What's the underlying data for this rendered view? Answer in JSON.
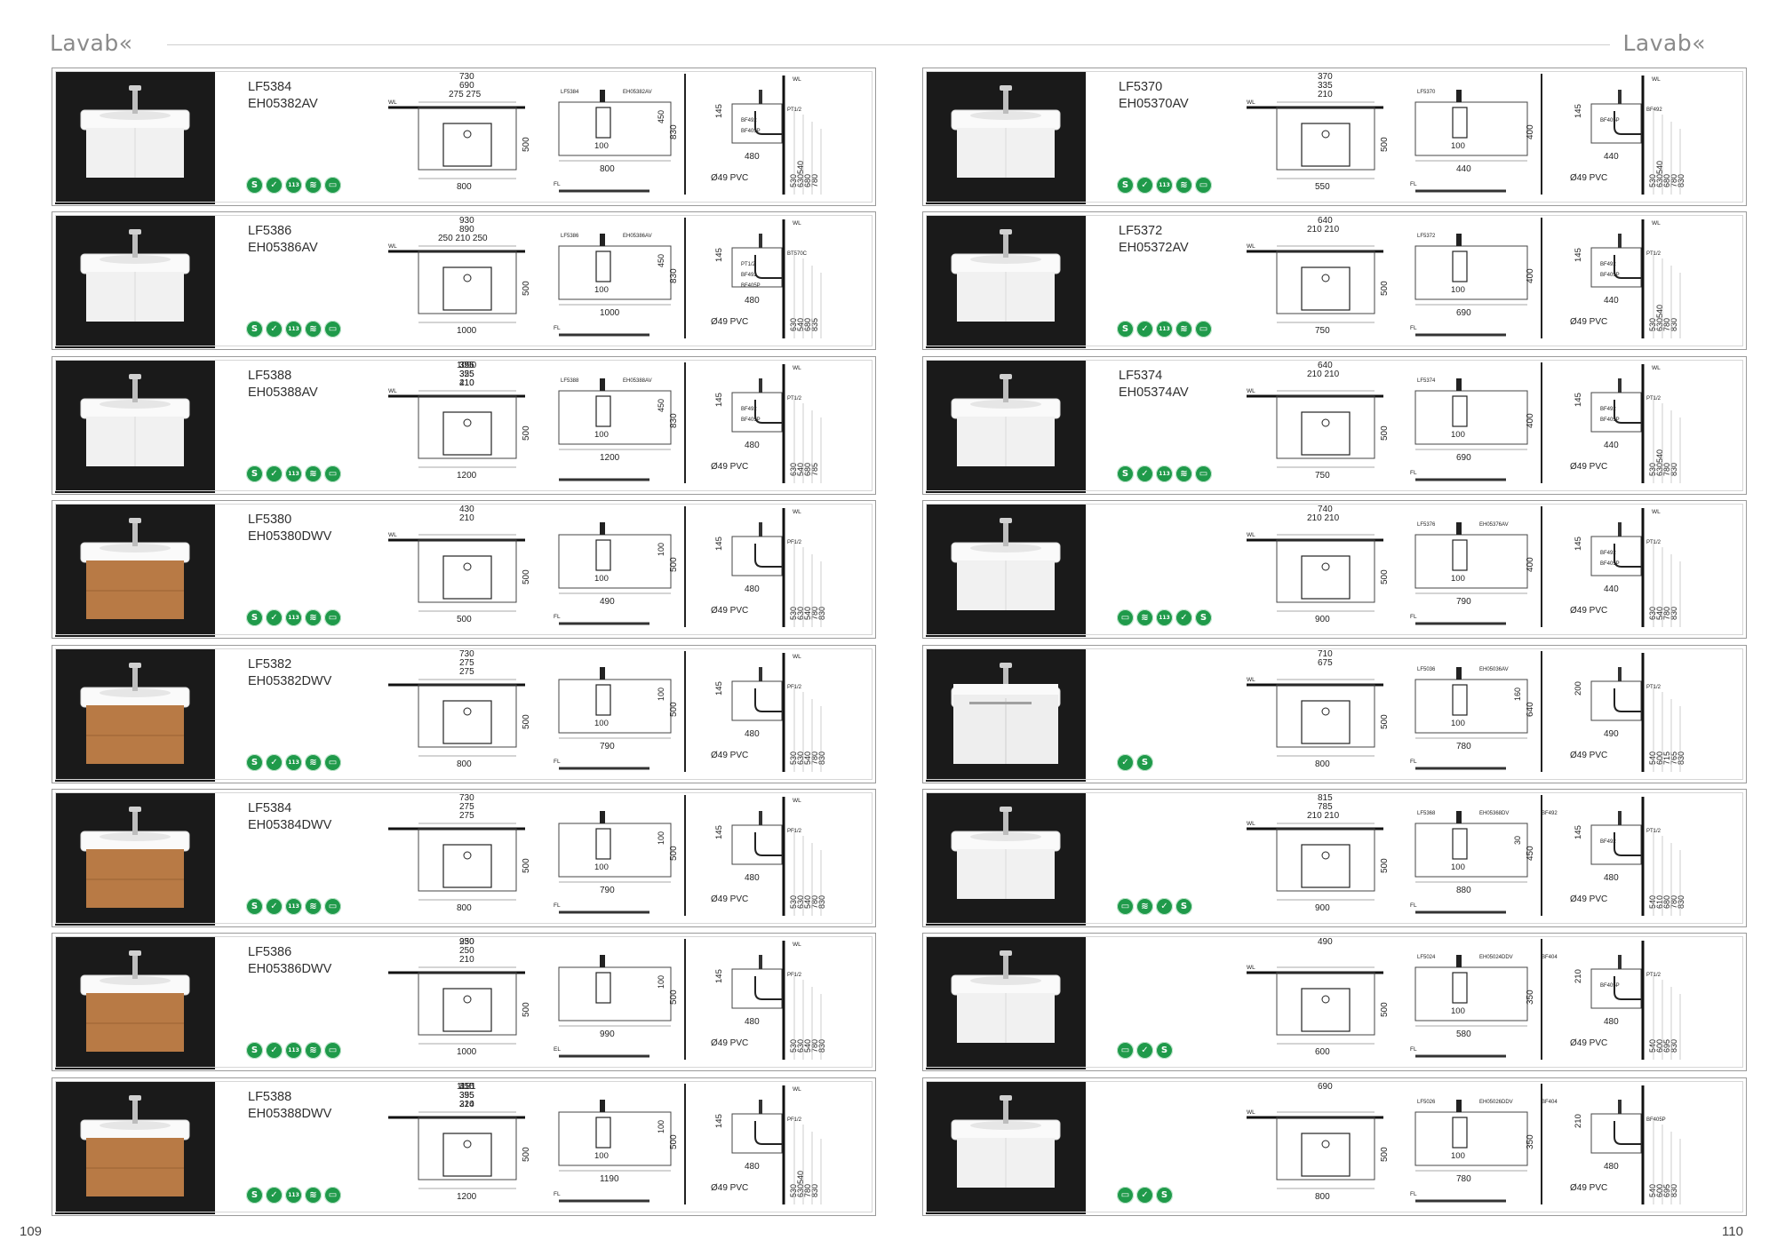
{
  "header": {
    "left_title": "Lavab«",
    "right_title": "Lavab«"
  },
  "page_numbers": {
    "left": "109",
    "right": "110"
  },
  "pages": [
    {
      "side": "left",
      "rows": [
        {
          "codes": [
            "LF5384",
            "EH05382AV"
          ],
          "finish": "white",
          "badges": [
            "S",
            "✓",
            "113",
            "≋",
            "▭"
          ],
          "top": {
            "dims": [
              "730",
              "690",
              "275 275"
            ],
            "width": "800",
            "depth": "500",
            "wl": "WL"
          },
          "front": {
            "labels": [
              "LF5384",
              "EH05382AV"
            ],
            "width": "800",
            "height": "830",
            "sub": "100",
            "offset": "450",
            "fl": "FL"
          },
          "side_view": {
            "wl": "WL",
            "labels": [
              "PT1/2",
              "BF492",
              "BF405P"
            ],
            "top": "145",
            "heights": [
              "530",
              "630540",
              "680",
              "780"
            ],
            "depth": "480",
            "pipe": "Ø49 PVC"
          }
        },
        {
          "codes": [
            "LF5386",
            "EH05386AV"
          ],
          "finish": "white",
          "badges": [
            "S",
            "✓",
            "113",
            "≋",
            "▭"
          ],
          "top": {
            "dims": [
              "930",
              "890",
              "250 210 250"
            ],
            "width": "1000",
            "depth": "500",
            "wl": "WL"
          },
          "front": {
            "labels": [
              "LF5386",
              "EH05386AV"
            ],
            "width": "1000",
            "height": "830",
            "sub": "100",
            "offset": "450",
            "fl": "FL"
          },
          "side_view": {
            "wl": "WL",
            "labels": [
              "BT570C",
              "PT1/2",
              "BF492",
              "BF405P"
            ],
            "top": "145",
            "heights": [
              "630",
              "540",
              "680",
              "835"
            ],
            "depth": "480",
            "pipe": "Ø49 PVC"
          }
        },
        {
          "codes": [
            "LF5388",
            "EH05388AV"
          ],
          "finish": "white",
          "badges": [
            "S",
            "✓",
            "113",
            "≋",
            "▭"
          ],
          "top": {
            "dims": [
              "395",
              "325",
              "410",
              "1090",
              "355",
              "210",
              "355"
            ],
            "width": "1200",
            "depth": "500",
            "wl": "WL"
          },
          "front": {
            "labels": [
              "LF5388",
              "EH05388AV"
            ],
            "width": "1200",
            "height": "830",
            "sub": "100",
            "offset": "450",
            "fl": ""
          },
          "side_view": {
            "wl": "WL",
            "labels": [
              "PT1/2",
              "BF492",
              "BF405P"
            ],
            "top": "145",
            "heights": [
              "630",
              "540",
              "680",
              "785"
            ],
            "depth": "480",
            "pipe": "Ø49 PVC"
          }
        },
        {
          "codes": [
            "LF5380",
            "EH05380DWV"
          ],
          "finish": "wood",
          "badges": [
            "S",
            "✓",
            "113",
            "≋",
            "▭"
          ],
          "top": {
            "dims": [
              "430",
              "210"
            ],
            "width": "500",
            "depth": "500",
            "wl": "WL"
          },
          "front": {
            "labels": [],
            "width": "490",
            "height": "500",
            "sub": "100",
            "offset": "100",
            "fl": "FL"
          },
          "side_view": {
            "wl": "WL",
            "labels": [
              "PF1/2"
            ],
            "top": "145",
            "heights": [
              "530",
              "630",
              "540",
              "780",
              "830"
            ],
            "depth": "480",
            "pipe": "Ø49 PVC"
          }
        },
        {
          "codes": [
            "LF5382",
            "EH05382DWV"
          ],
          "finish": "wood",
          "badges": [
            "S",
            "✓",
            "113",
            "≋",
            "▭"
          ],
          "top": {
            "dims": [
              "730",
              "275",
              "275"
            ],
            "width": "800",
            "depth": "500",
            "wl": ""
          },
          "front": {
            "labels": [],
            "width": "790",
            "height": "500",
            "sub": "100",
            "offset": "100",
            "fl": "FL"
          },
          "side_view": {
            "wl": "WL",
            "labels": [
              "PF1/2"
            ],
            "top": "145",
            "heights": [
              "530",
              "630",
              "540",
              "780",
              "830"
            ],
            "depth": "480",
            "pipe": "Ø49 PVC"
          }
        },
        {
          "codes": [
            "LF5384",
            "EH05384DWV"
          ],
          "finish": "wood",
          "badges": [
            "S",
            "✓",
            "113",
            "≋",
            "▭"
          ],
          "top": {
            "dims": [
              "730",
              "275",
              "275"
            ],
            "width": "800",
            "depth": "500",
            "wl": ""
          },
          "front": {
            "labels": [],
            "width": "790",
            "height": "500",
            "sub": "100",
            "offset": "100",
            "fl": "FL"
          },
          "side_view": {
            "wl": "WL",
            "labels": [
              "PF1/2"
            ],
            "top": "145",
            "heights": [
              "530",
              "630",
              "540",
              "780",
              "830"
            ],
            "depth": "480",
            "pipe": "Ø49 PVC"
          }
        },
        {
          "codes": [
            "LF5386",
            "EH05386DWV"
          ],
          "finish": "wood",
          "badges": [
            "S",
            "✓",
            "113",
            "≋",
            "▭"
          ],
          "top": {
            "dims": [
              "930",
              "250",
              "210",
              "250"
            ],
            "width": "1000",
            "depth": "500",
            "wl": ""
          },
          "front": {
            "labels": [],
            "width": "990",
            "height": "500",
            "sub": "",
            "offset": "100",
            "fl": "EL"
          },
          "side_view": {
            "wl": "WL",
            "labels": [
              "PF1/2"
            ],
            "top": "145",
            "heights": [
              "530",
              "630",
              "540",
              "780",
              "830"
            ],
            "depth": "480",
            "pipe": "Ø49 PVC"
          }
        },
        {
          "codes": [
            "LF5388",
            "EH05388DWV"
          ],
          "finish": "wood",
          "badges": [
            "S",
            "✓",
            "113",
            "≋",
            "▭"
          ],
          "top": {
            "dims": [
              "1131",
              "395",
              "324",
              "410",
              "355",
              "210",
              "355"
            ],
            "width": "1200",
            "depth": "500",
            "wl": ""
          },
          "front": {
            "labels": [],
            "width": "1190",
            "height": "500",
            "sub": "100",
            "offset": "100",
            "fl": "FL"
          },
          "side_view": {
            "wl": "WL",
            "labels": [
              "PF1/2"
            ],
            "top": "145",
            "heights": [
              "530",
              "630540",
              "780",
              "830"
            ],
            "depth": "480",
            "pipe": "Ø49 PVC"
          }
        }
      ]
    },
    {
      "side": "right",
      "rows": [
        {
          "codes": [
            "LF5370",
            "EH05370AV"
          ],
          "finish": "white",
          "badges": [
            "S",
            "✓",
            "113",
            "≋",
            "▭"
          ],
          "top": {
            "dims": [
              "370",
              "335",
              "210"
            ],
            "width": "550",
            "depth": "500",
            "wl": "WL"
          },
          "front": {
            "labels": [
              "LF5370"
            ],
            "width": "440",
            "height": "400",
            "sub": "100",
            "offset": "",
            "fl": "FL"
          },
          "side_view": {
            "wl": "WL",
            "labels": [
              "BF492",
              "BF405P"
            ],
            "top": "145",
            "heights": [
              "530",
              "630540",
              "680",
              "780",
              "830"
            ],
            "depth": "440",
            "pipe": "Ø49 PVC"
          }
        },
        {
          "codes": [
            "LF5372",
            "EH05372AV"
          ],
          "finish": "white",
          "badges": [
            "S",
            "✓",
            "113",
            "≋",
            "▭"
          ],
          "top": {
            "dims": [
              "640",
              "210 210"
            ],
            "width": "750",
            "depth": "500",
            "wl": "WL"
          },
          "front": {
            "labels": [
              "LF5372"
            ],
            "width": "690",
            "height": "400",
            "sub": "100",
            "offset": "",
            "fl": "FL"
          },
          "side_view": {
            "wl": "WL",
            "labels": [
              "PT1/2",
              "BF492",
              "BF405P"
            ],
            "top": "145",
            "heights": [
              "530",
              "630540",
              "780",
              "830"
            ],
            "depth": "440",
            "pipe": "Ø49 PVC"
          }
        },
        {
          "codes": [
            "LF5374",
            "EH05374AV"
          ],
          "finish": "white",
          "badges": [
            "S",
            "✓",
            "113",
            "≋",
            "▭"
          ],
          "top": {
            "dims": [
              "640",
              "210 210"
            ],
            "width": "750",
            "depth": "500",
            "wl": "WL"
          },
          "front": {
            "labels": [
              "LF5374"
            ],
            "width": "690",
            "height": "400",
            "sub": "100",
            "offset": "",
            "fl": "FL"
          },
          "side_view": {
            "wl": "WL",
            "labels": [
              "PT1/2",
              "BF492",
              "BF405P"
            ],
            "top": "145",
            "heights": [
              "530",
              "630540",
              "780",
              "830"
            ],
            "depth": "440",
            "pipe": "Ø49 PVC"
          }
        },
        {
          "codes": [],
          "finish": "white",
          "badges": [
            "▭",
            "≋",
            "113",
            "✓",
            "S"
          ],
          "top": {
            "dims": [
              "740",
              "210 210"
            ],
            "width": "900",
            "depth": "500",
            "wl": "WL"
          },
          "front": {
            "labels": [
              "LF5376",
              "EH05376AV"
            ],
            "width": "790",
            "height": "400",
            "sub": "100",
            "offset": "",
            "fl": "FL"
          },
          "side_view": {
            "wl": "WL",
            "labels": [
              "PT1/2",
              "BF492",
              "BF405P"
            ],
            "top": "145",
            "heights": [
              "630",
              "540",
              "780",
              "830"
            ],
            "depth": "440",
            "pipe": "Ø49 PVC"
          }
        },
        {
          "codes": [],
          "finish": "white-doors",
          "badges": [
            "✓",
            "S"
          ],
          "top": {
            "dims": [
              "710",
              "675"
            ],
            "width": "800",
            "depth": "500",
            "wl": "WL"
          },
          "front": {
            "labels": [
              "LF5036",
              "EH05036AV"
            ],
            "width": "780",
            "height": "640",
            "sub": "100",
            "offset": "160",
            "fl": "FL"
          },
          "side_view": {
            "wl": "",
            "labels": [
              "PT1/2"
            ],
            "top": "200",
            "heights": [
              "540",
              "600",
              "715",
              "765",
              "830"
            ],
            "depth": "490",
            "pipe": "Ø49 PVC"
          }
        },
        {
          "codes": [],
          "finish": "white",
          "badges": [
            "▭",
            "≋",
            "✓",
            "S"
          ],
          "top": {
            "dims": [
              "815",
              "785",
              "210 210"
            ],
            "width": "900",
            "depth": "500",
            "wl": "WL"
          },
          "front": {
            "labels": [
              "LF5368",
              "EH05368DV",
              "BF492"
            ],
            "width": "880",
            "height": "450",
            "sub": "100",
            "offset": "30",
            "fl": "FL"
          },
          "side_view": {
            "wl": "",
            "labels": [
              "PT1/2",
              "BF492"
            ],
            "top": "145",
            "heights": [
              "540",
              "610",
              "680",
              "780",
              "830"
            ],
            "depth": "480",
            "pipe": "Ø49 PVC"
          }
        },
        {
          "codes": [],
          "finish": "white",
          "badges": [
            "▭",
            "✓",
            "S"
          ],
          "top": {
            "dims": [
              "490"
            ],
            "width": "600",
            "depth": "500",
            "wl": "WL"
          },
          "front": {
            "labels": [
              "LF5024",
              "EH05024DDV",
              "BF404"
            ],
            "width": "580",
            "height": "350",
            "sub": "100",
            "offset": "",
            "fl": "FL"
          },
          "side_view": {
            "wl": "",
            "labels": [
              "PT1/2",
              "BF405P"
            ],
            "top": "210",
            "heights": [
              "540",
              "600",
              "695",
              "830"
            ],
            "depth": "480",
            "pipe": "Ø49 PVC"
          }
        },
        {
          "codes": [],
          "finish": "white",
          "badges": [
            "▭",
            "✓",
            "S"
          ],
          "top": {
            "dims": [
              "690"
            ],
            "width": "800",
            "depth": "500",
            "wl": "WL"
          },
          "front": {
            "labels": [
              "LF5026",
              "EH05026DDV",
              "BF404"
            ],
            "width": "780",
            "height": "350",
            "sub": "100",
            "offset": "",
            "fl": "FL"
          },
          "side_view": {
            "wl": "",
            "labels": [
              "BF405P"
            ],
            "top": "210",
            "heights": [
              "540",
              "600",
              "695",
              "830"
            ],
            "depth": "480",
            "pipe": "Ø49 PVC"
          }
        }
      ]
    }
  ]
}
